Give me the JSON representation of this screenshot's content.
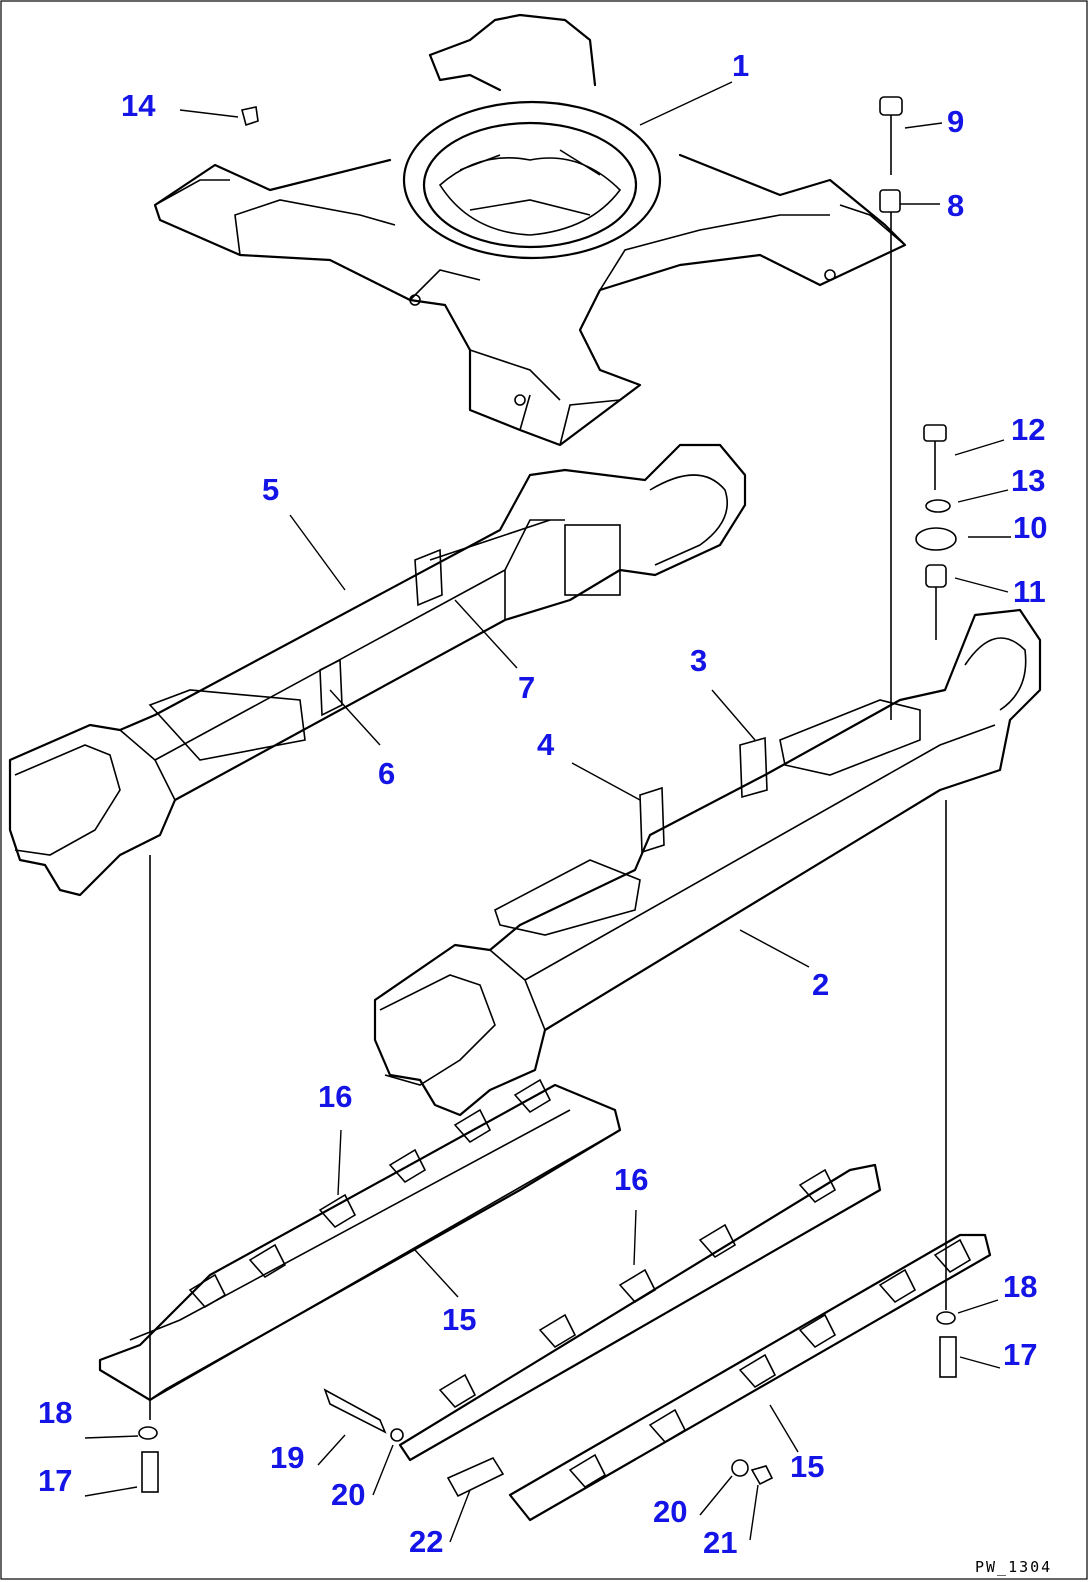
{
  "diagram": {
    "document_code": "PW_1304",
    "callouts": [
      {
        "id": "c1",
        "label": "1"
      },
      {
        "id": "c2",
        "label": "2"
      },
      {
        "id": "c3",
        "label": "3"
      },
      {
        "id": "c4",
        "label": "4"
      },
      {
        "id": "c5",
        "label": "5"
      },
      {
        "id": "c6",
        "label": "6"
      },
      {
        "id": "c7",
        "label": "7"
      },
      {
        "id": "c8",
        "label": "8"
      },
      {
        "id": "c9",
        "label": "9"
      },
      {
        "id": "c10",
        "label": "10"
      },
      {
        "id": "c11",
        "label": "11"
      },
      {
        "id": "c12",
        "label": "12"
      },
      {
        "id": "c13",
        "label": "13"
      },
      {
        "id": "c14",
        "label": "14"
      },
      {
        "id": "c15a",
        "label": "15"
      },
      {
        "id": "c15b",
        "label": "15"
      },
      {
        "id": "c16a",
        "label": "16"
      },
      {
        "id": "c16b",
        "label": "16"
      },
      {
        "id": "c17a",
        "label": "17"
      },
      {
        "id": "c17b",
        "label": "17"
      },
      {
        "id": "c18a",
        "label": "18"
      },
      {
        "id": "c18b",
        "label": "18"
      },
      {
        "id": "c19",
        "label": "19"
      },
      {
        "id": "c20a",
        "label": "20"
      },
      {
        "id": "c20b",
        "label": "20"
      },
      {
        "id": "c21",
        "label": "21"
      },
      {
        "id": "c22",
        "label": "22"
      }
    ],
    "colors": {
      "callout": "#1414e6",
      "line": "#000000",
      "background": "#ffffff"
    }
  }
}
